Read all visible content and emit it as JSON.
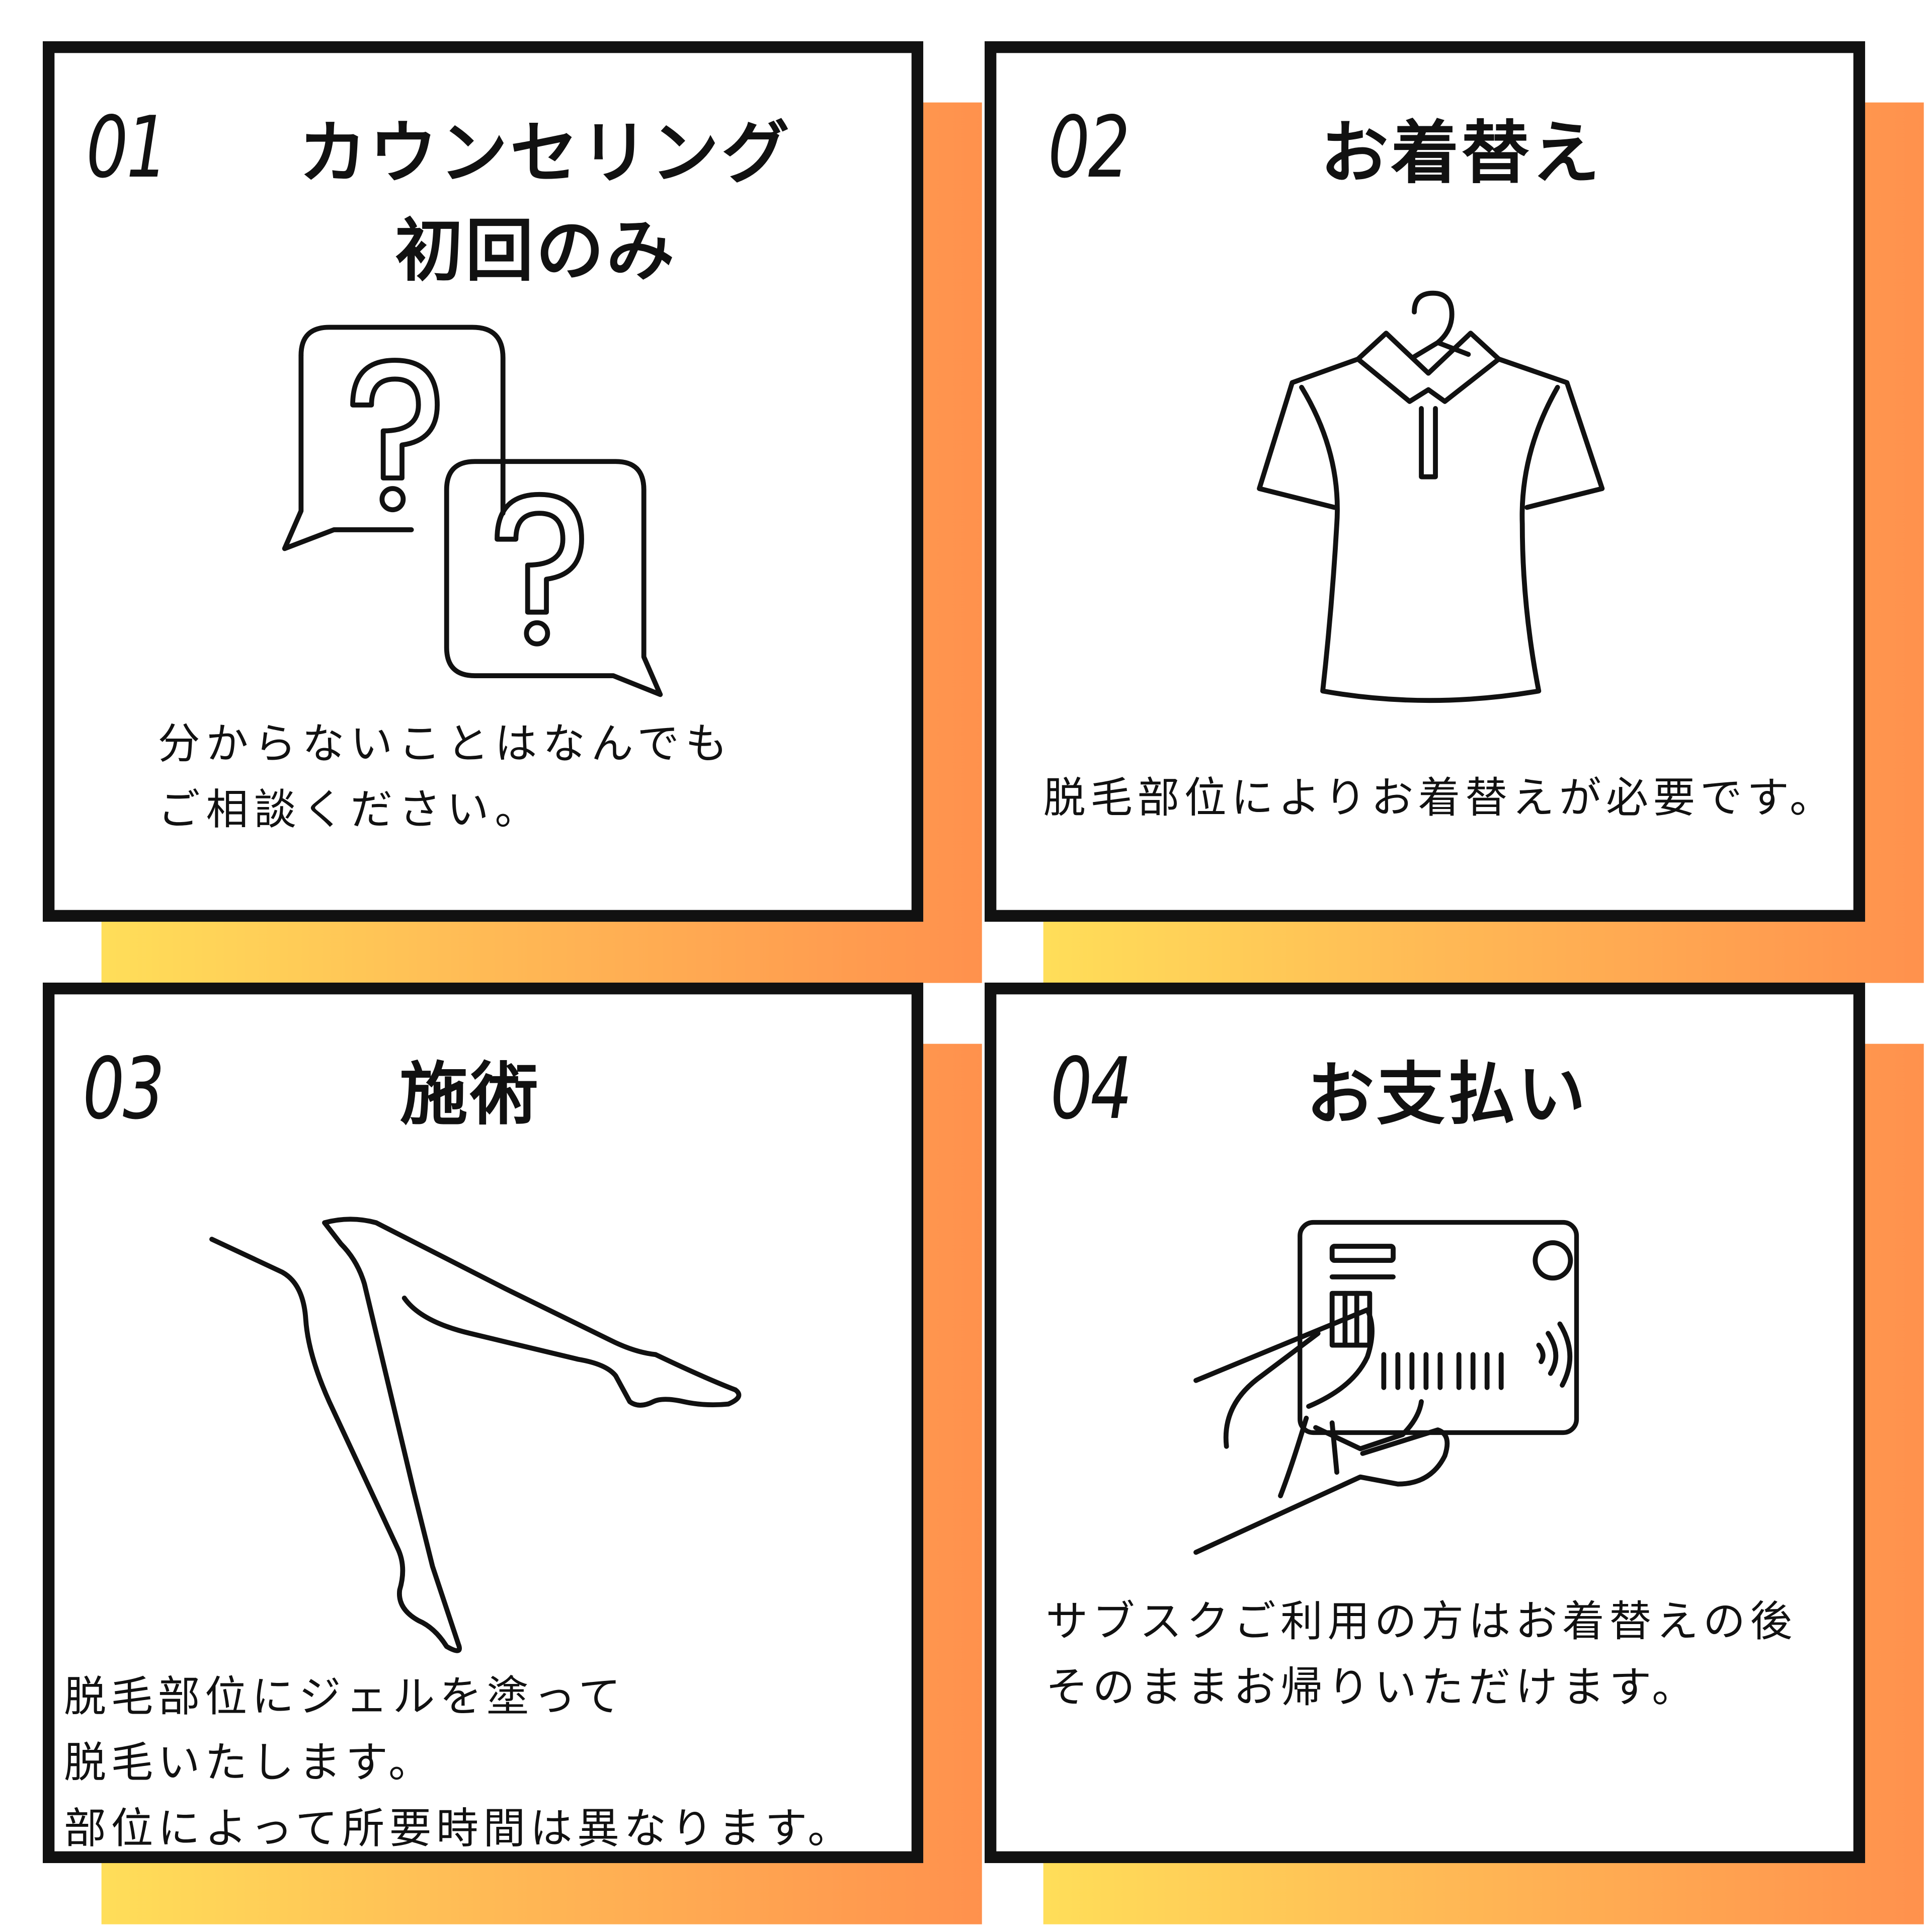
{
  "colors": {
    "border": "#111111",
    "shadow_gradient_start": "#FFDE59",
    "shadow_gradient_end": "#FF914D",
    "background": "#FFFFFF"
  },
  "steps": [
    {
      "number": "01",
      "title": "カウンセリング",
      "subtitle": "初回のみ",
      "icon": "question-speech-bubbles-icon",
      "lines": [
        "分からないことはなんでも",
        "ご相談ください。"
      ]
    },
    {
      "number": "02",
      "title": "お着替え",
      "icon": "shirt-on-hanger-icon",
      "lines": [
        "脱毛部位によりお着替えが必要です。"
      ]
    },
    {
      "number": "03",
      "title": "施術",
      "icon": "legs-icon",
      "lines": [
        "脱毛部位にジェルを塗って",
        "脱毛いたします。",
        "部位によって所要時間は異なります。"
      ]
    },
    {
      "number": "04",
      "title": "お支払い",
      "icon": "hand-holding-card-icon",
      "lines": [
        "サブスクご利用の方はお着替えの後",
        "そのままお帰りいただけます。"
      ]
    }
  ]
}
